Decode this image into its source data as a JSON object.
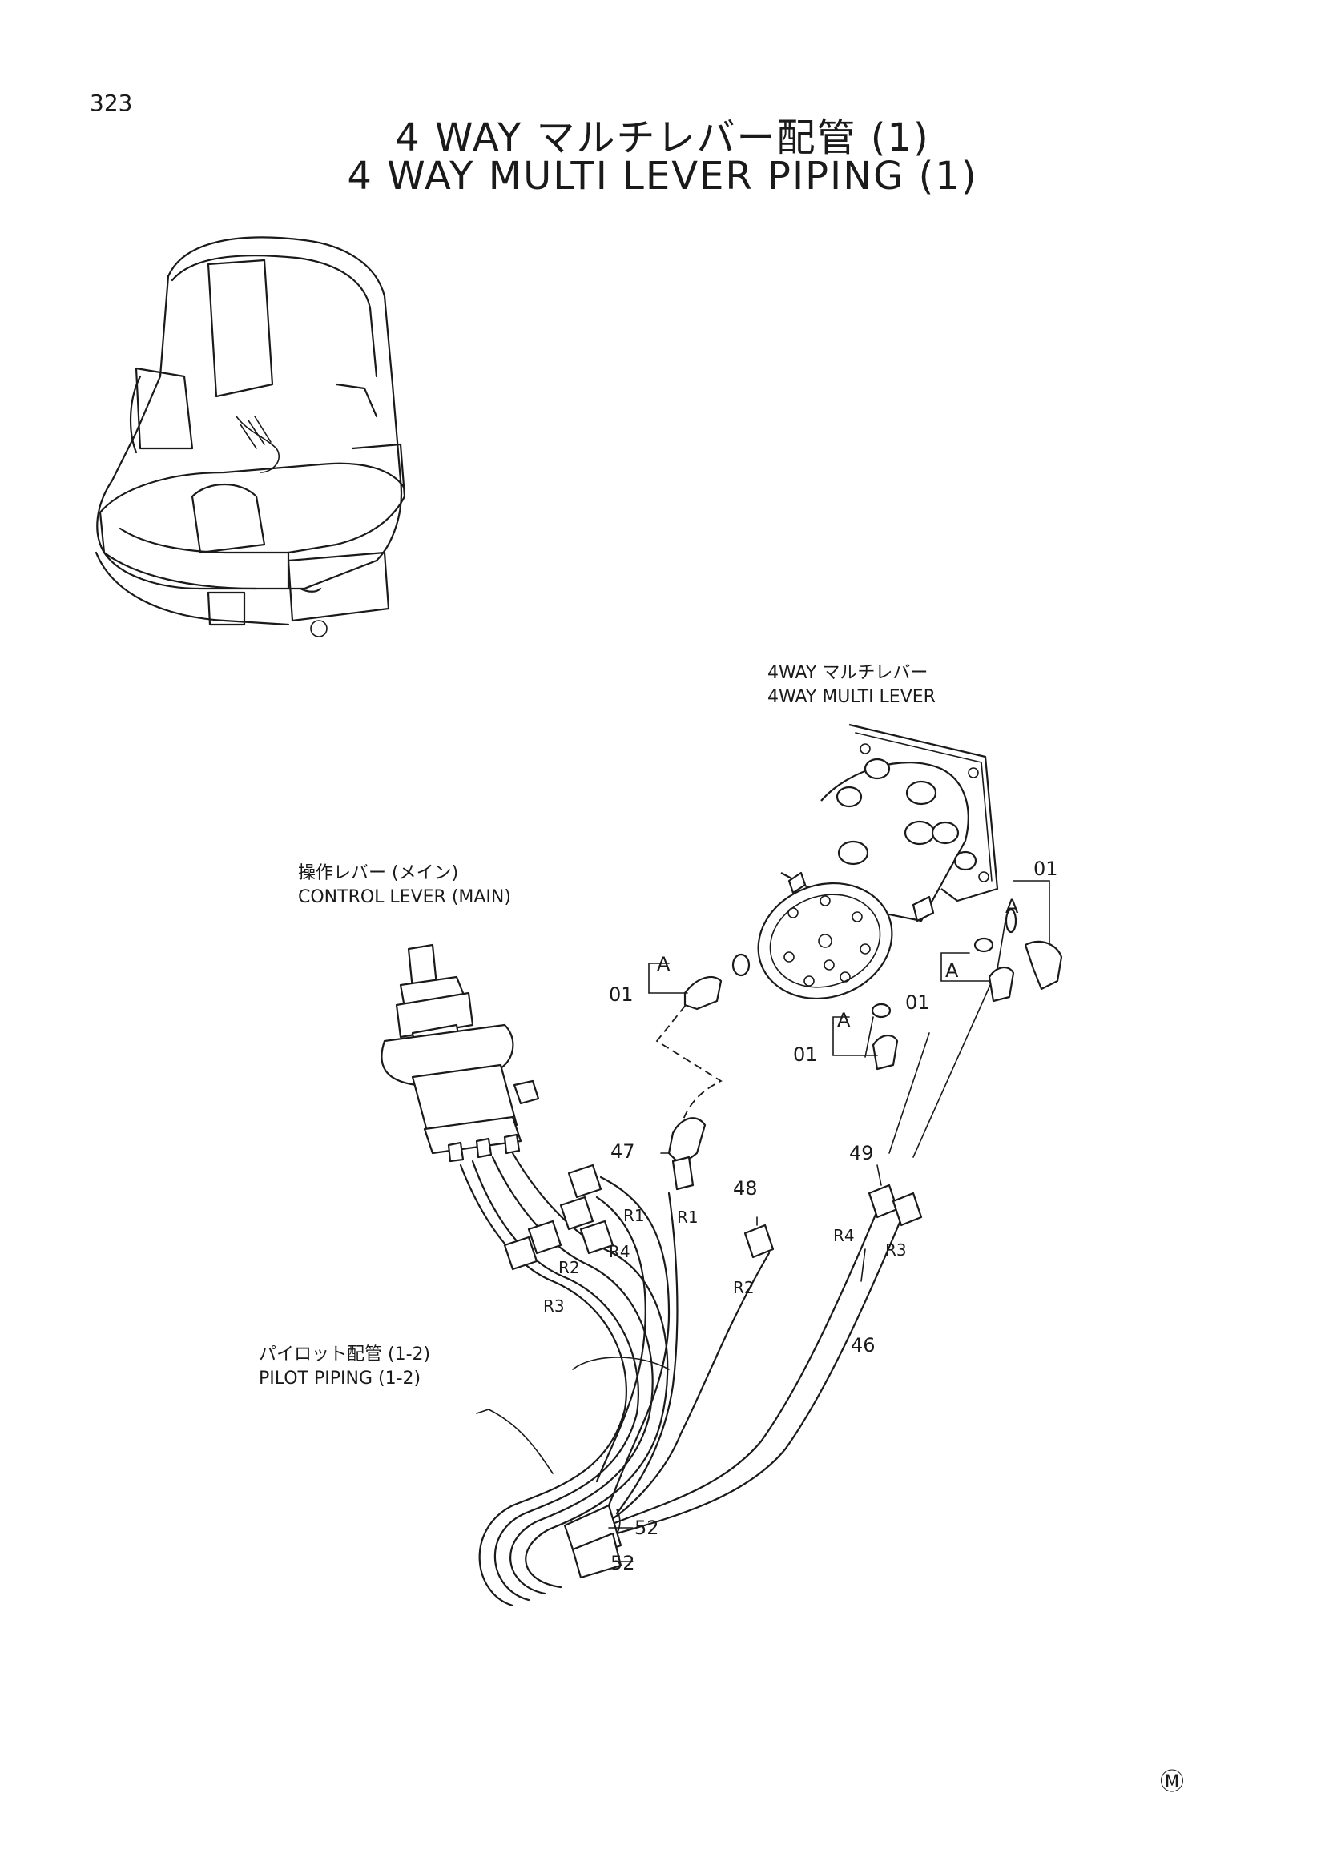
{
  "page": {
    "number": "323"
  },
  "title": {
    "jp": "4 WAY マルチレバー配管 (1)",
    "en": "4 WAY MULTI LEVER PIPING (1)"
  },
  "components": {
    "multi_lever_jp": "4WAY マルチレバー",
    "multi_lever_en": "4WAY MULTI LEVER",
    "control_lever_jp": "操作レバー (メイン)",
    "control_lever_en": "CONTROL LEVER (MAIN)",
    "pilot_piping_jp": "パイロット配管 (1-2)",
    "pilot_piping_en": "PILOT PIPING (1-2)"
  },
  "part_numbers": {
    "p01": "01",
    "p46": "46",
    "p47": "47",
    "p48": "48",
    "p49": "49",
    "p52": "52"
  },
  "view_marker": "A",
  "ports": {
    "r1": "R1",
    "r2": "R2",
    "r3": "R3",
    "r4": "R4"
  },
  "footer": {
    "mark": "Ⓜ"
  }
}
